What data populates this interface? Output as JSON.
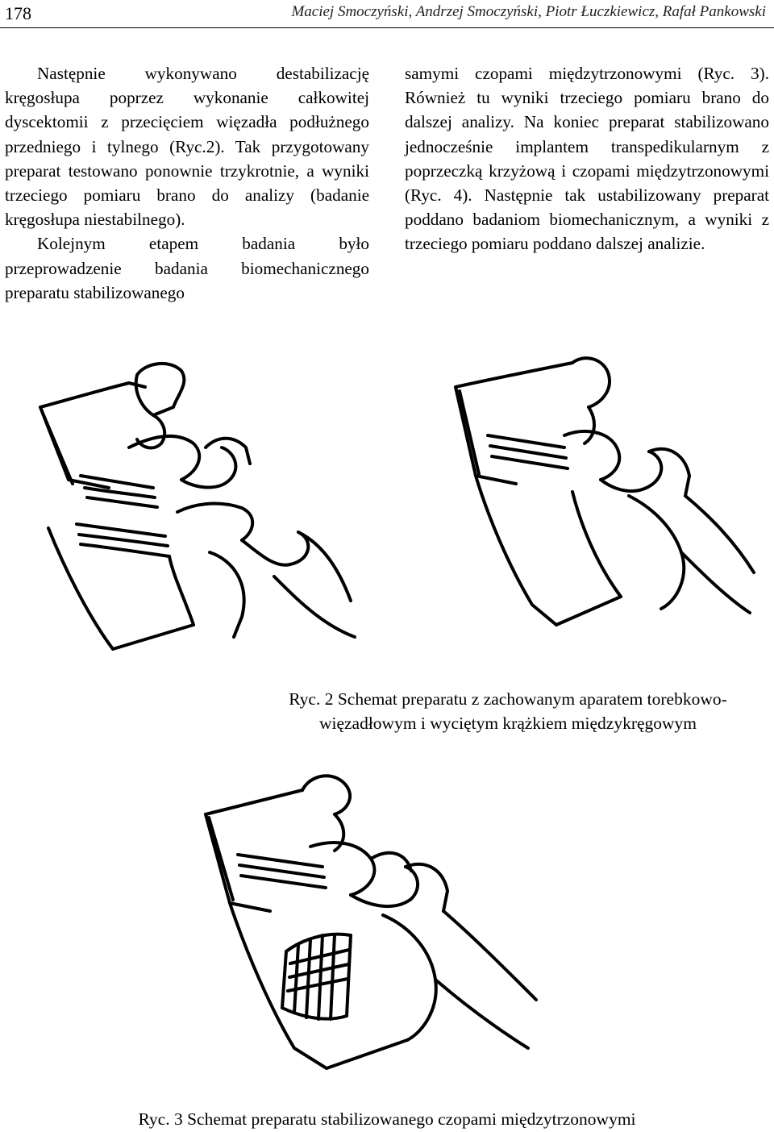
{
  "header": {
    "page_number": "178",
    "authors": "Maciej Smoczyński, Andrzej Smoczyński, Piotr Łuczkiewicz, Rafał Pankowski"
  },
  "body_text": {
    "left_col": [
      "Następnie wykonywano destabilizację kręgosłupa poprzez wykonanie całkowitej dyscektomii z przecięciem więzadła podłużnego przedniego i tylnego (Ryc.2). Tak przygotowany preparat testowano ponownie trzykrotnie, a wyniki trzeciego pomiaru brano do analizy (badanie kręgosłupa niestabilnego).",
      "Kolejnym etapem badania było przeprowadzenie badania biomechanicznego preparatu stabilizowanego"
    ],
    "right_col": [
      "samymi czopami międzytrzonowymi (Ryc. 3). Również tu wyniki trzeciego pomiaru brano do dalszej analizy. Na koniec preparat stabilizowano jednocześnie implantem transpedikularnym z poprzeczką krzyżową i czopami międzytrzonowymi (Ryc. 4). Następnie tak ustabilizowany preparat poddano badaniom biomechanicznym, a wyniki z trzeciego pomiaru poddano dalszej analizie."
    ]
  },
  "figures": {
    "ryc2_caption": "Ryc. 2 Schemat preparatu z zachowanym aparatem torebkowo-więzadłowym i wyciętym krążkiem międzykręgowym",
    "ryc3_caption": "Ryc. 3 Schemat preparatu stabilizowanego czopami międzytrzonowymi"
  }
}
